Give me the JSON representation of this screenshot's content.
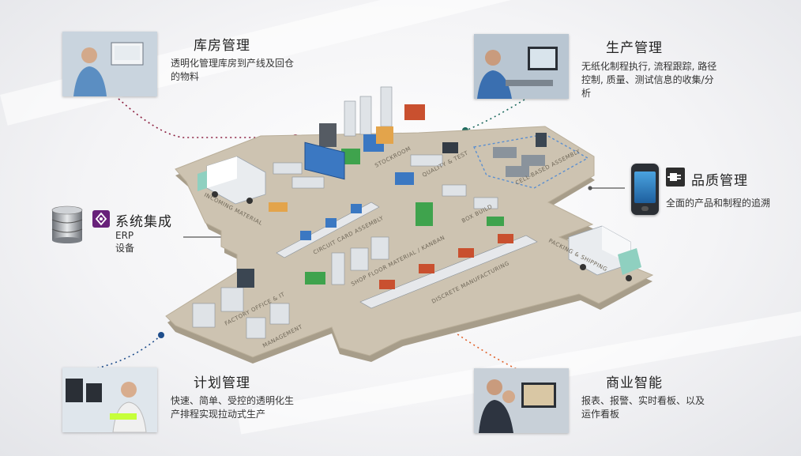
{
  "colors": {
    "warehouse": "#8b1e3f",
    "production": "#1f6b5f",
    "planning": "#1f4e8c",
    "bi": "#e0612a",
    "neutral": "#555555",
    "floor": "#cdc3b1",
    "floor_edge": "#a79d8a"
  },
  "modules": {
    "warehouse": {
      "title": "库房管理",
      "desc_lines": [
        "透明化管理库房到产线及回仓",
        "的物料"
      ]
    },
    "production": {
      "title": "生产管理",
      "desc_lines": [
        "无纸化制程执行, 流程跟踪, 路径",
        "控制, 质量、测试信息的收集/分",
        "析"
      ]
    },
    "quality": {
      "title": "品质管理",
      "desc_lines": [
        "全面的产品和制程的追溯"
      ]
    },
    "integration": {
      "title": "系统集成",
      "desc_lines": [
        "ERP",
        "设备"
      ]
    },
    "planning": {
      "title": "计划管理",
      "desc_lines": [
        "快速、简单、受控的透明化生",
        "产排程实现拉动式生产"
      ]
    },
    "bi": {
      "title": "商业智能",
      "desc_lines": [
        "报表、报警、实时看板、以及",
        "运作看板"
      ]
    }
  },
  "floor_labels": {
    "incoming": "INCOMING MATERIAL",
    "stockroom": "STOCKROOM",
    "quality_test": "QUALITY & TEST",
    "cell_assembly": "CELL-BASED ASSEMBLY",
    "circuit_card": "CIRCUIT CARD ASSEMBLY",
    "box_build": "BOX BUILD",
    "kanban": "SHOP FLOOR MATERIAL / KANBAN",
    "discrete": "DISCRETE MANUFACTURING",
    "packing": "PACKING & SHIPPING",
    "factory_office": "FACTORY OFFICE & IT",
    "management": "MANAGEMENT"
  },
  "icons": {
    "integration": [
      "database-icon",
      "visual-studio-icon"
    ],
    "quality": [
      "mobile-device-icon",
      "plug-icon"
    ]
  }
}
